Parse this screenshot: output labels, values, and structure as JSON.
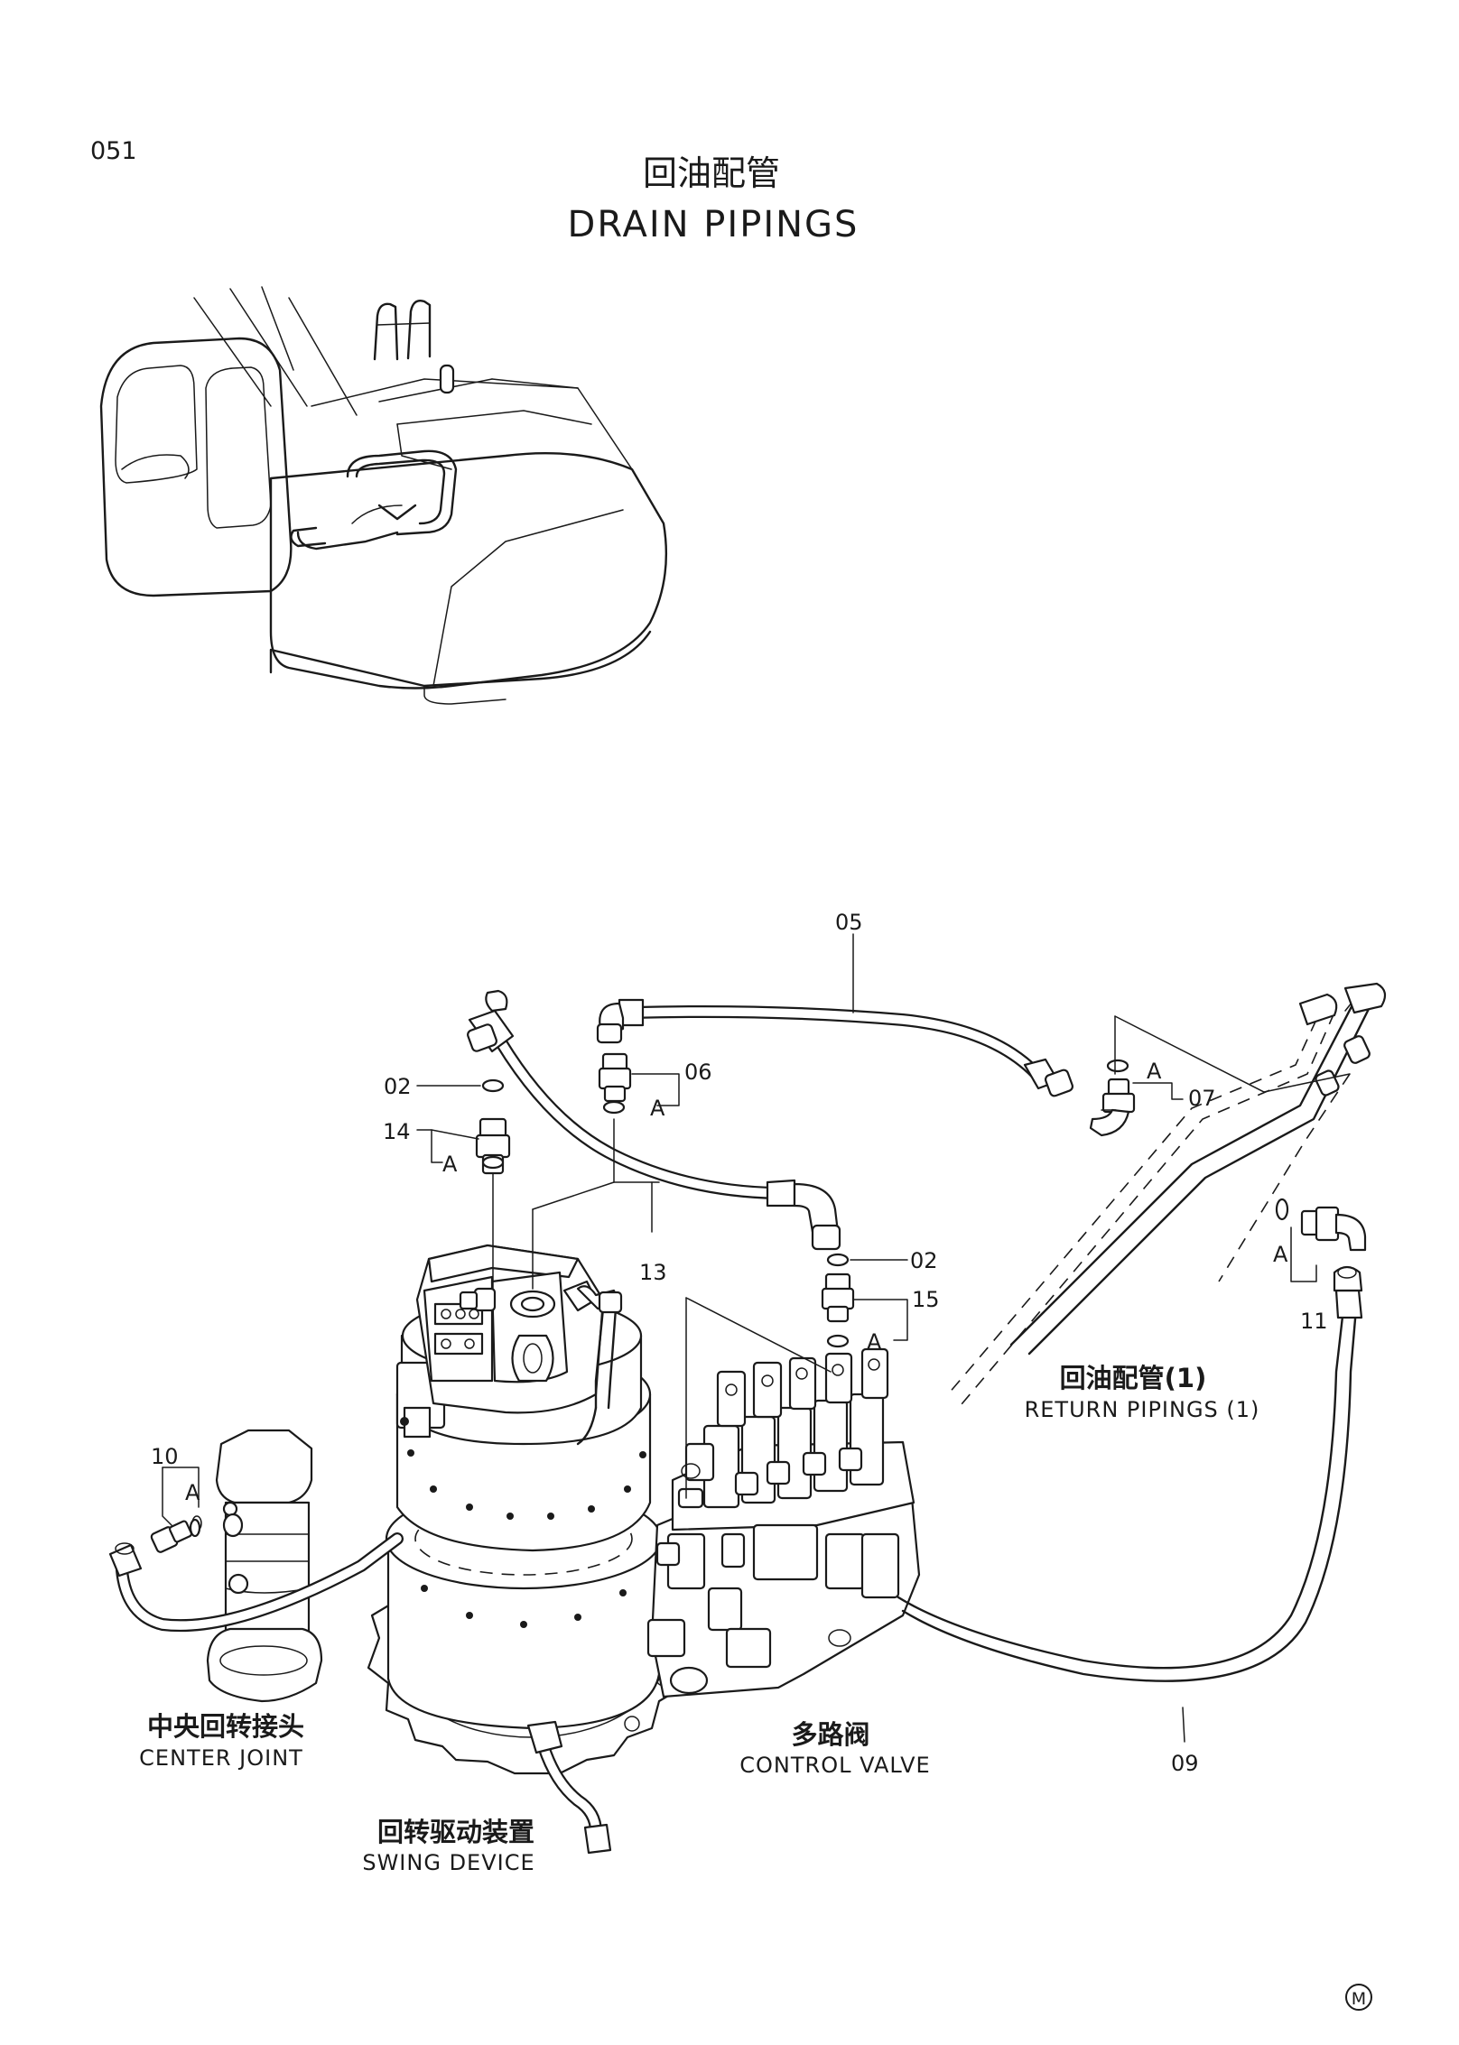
{
  "page_number": "051",
  "title": {
    "zh": "回油配管",
    "en": "DRAIN PIPINGS"
  },
  "callouts": {
    "c05": "05",
    "c06": "06",
    "c07": "07",
    "c02a": "02",
    "c02b": "02",
    "c13": "13",
    "c14": "14",
    "c15": "15",
    "c10": "10",
    "c11": "11",
    "c09": "09",
    "a1": "A",
    "a2": "A",
    "a3": "A",
    "a4": "A",
    "a5": "A",
    "a6": "A"
  },
  "labels": {
    "return_pipings": {
      "zh": "回油配管(1)",
      "en": "RETURN PIPINGS (1)"
    },
    "center_joint": {
      "zh": "中央回转接头",
      "en": "CENTER JOINT"
    },
    "control_valve": {
      "zh": "多路阀",
      "en": "CONTROL VALVE"
    },
    "swing_device": {
      "zh": "回转驱动装置",
      "en": "SWING DEVICE"
    }
  },
  "mark": "M"
}
